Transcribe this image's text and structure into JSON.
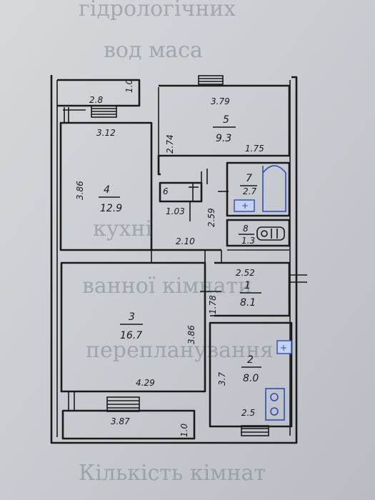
{
  "background_text": [
    "гідрологічних",
    "вод маса",
    "кухні",
    "ванної кімнати",
    "перепланування",
    "Кількість кімнат"
  ],
  "plan": {
    "balcony_top": {
      "w": "2.8",
      "d": "1.0"
    },
    "room4": {
      "no": "4",
      "area": "12.9",
      "w": "3.12",
      "d": "3.86"
    },
    "room5": {
      "no": "5",
      "area": "9.3",
      "w": "3.79",
      "d": "2.74",
      "extra": "1.75"
    },
    "room6": {
      "no": "6",
      "w": "1.03",
      "d": "2.10"
    },
    "room7": {
      "no": "7",
      "area": "2.7"
    },
    "room8": {
      "no": "8",
      "area": "1.3"
    },
    "room1": {
      "no": "1",
      "area": "8.1",
      "w": "2.52",
      "d": "1.78"
    },
    "room3": {
      "no": "3",
      "area": "16.7",
      "w": "4.29",
      "d": "3.86"
    },
    "room2": {
      "no": "2",
      "area": "8.0",
      "w": "2.5",
      "d": "3.7"
    },
    "balcony_bottom": {
      "w": "3.87",
      "d": "1.0"
    },
    "corridor": "2.59"
  }
}
